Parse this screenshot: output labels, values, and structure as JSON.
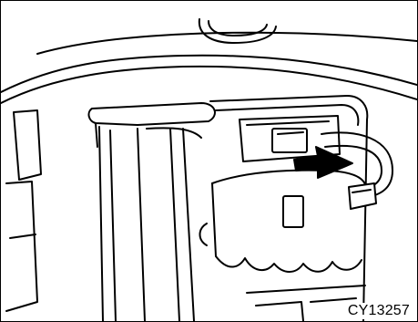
{
  "figure": {
    "code": "CY13257"
  },
  "icons": {
    "arrow": "insert-direction-arrow",
    "strap": "seat-strap"
  },
  "colors": {
    "line": "#000000",
    "arrow_fill": "#000000",
    "background": "#ffffff"
  }
}
